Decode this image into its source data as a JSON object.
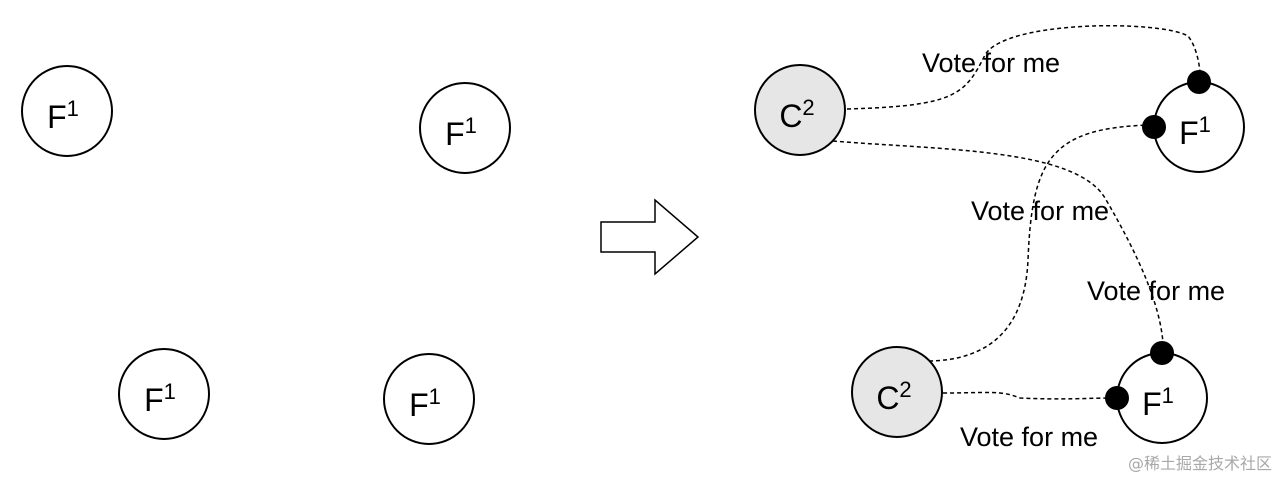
{
  "colors": {
    "stroke": "#000000",
    "follower_fill": "#ffffff",
    "candidate_fill": "#e6e6e6",
    "watermark": "#a8a8a8"
  },
  "before": {
    "nodes": [
      {
        "letter": "F",
        "term": "1"
      },
      {
        "letter": "F",
        "term": "1"
      },
      {
        "letter": "F",
        "term": "1"
      },
      {
        "letter": "F",
        "term": "1"
      }
    ]
  },
  "transition_icon": "right-arrow-icon",
  "after": {
    "candidates": [
      {
        "letter": "C",
        "term": "2"
      },
      {
        "letter": "C",
        "term": "2"
      }
    ],
    "followers": [
      {
        "letter": "F",
        "term": "1"
      },
      {
        "letter": "F",
        "term": "1"
      }
    ],
    "vote_labels": [
      "Vote for me",
      "Vote for me",
      "Vote for me",
      "Vote for me"
    ]
  },
  "watermark": "@稀土掘金技术社区"
}
